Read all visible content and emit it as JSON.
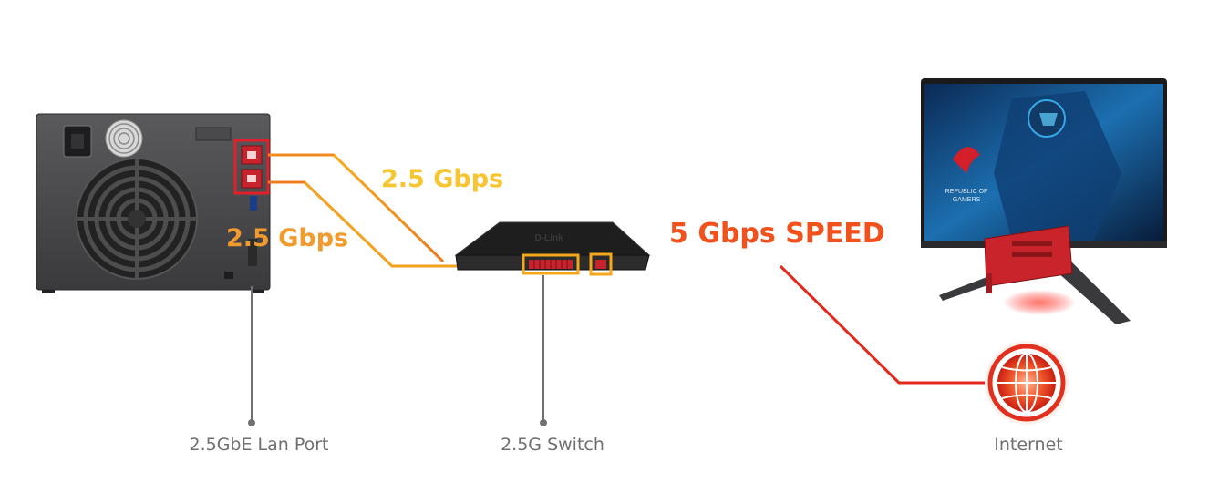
{
  "labels": {
    "speed_top": "2.5 Gbps",
    "speed_bottom": "2.5 Gbps",
    "speed_main": "5 Gbps SPEED",
    "lan_port": "2.5GbE Lan Port",
    "switch": "2.5G Switch",
    "internet": "Internet"
  },
  "device_text": {
    "switch_brand": "D-Link",
    "monitor_logo_line1": "REPUBLIC OF",
    "monitor_logo_line2": "GAMERS"
  },
  "colors": {
    "speed_top": "#f7c531",
    "speed_bottom": "#f19a2d",
    "speed_main": "#f2511b",
    "caption": "#6f6f6f",
    "cable_yellow": "#f5b81c",
    "cable_orange": "#f28a20",
    "cable_red": "#e8281c",
    "highlight_red": "#e3202a"
  }
}
